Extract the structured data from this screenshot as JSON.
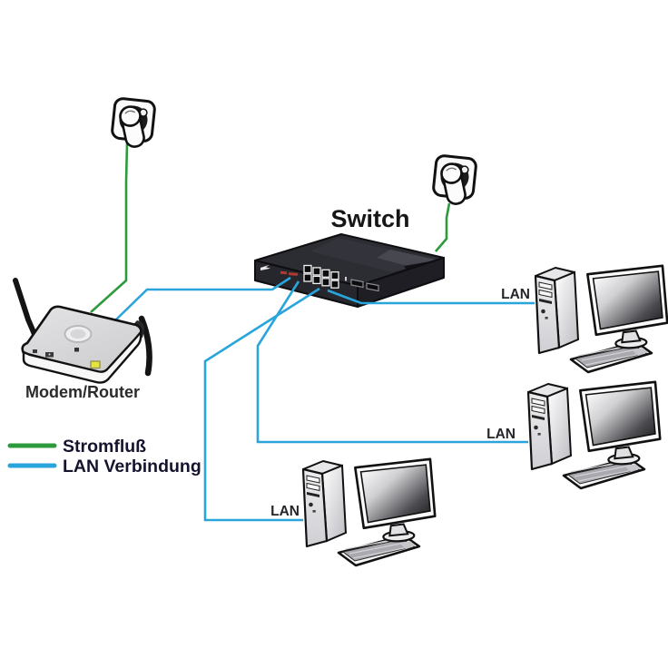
{
  "diagram": {
    "switch_label": "Switch",
    "router_label": "Modem/Router",
    "lan_labels": [
      "LAN",
      "LAN",
      "LAN"
    ],
    "legend": [
      {
        "label": "Stromfluß",
        "color": "#2e9a3e"
      },
      {
        "label": "LAN Verbindung",
        "color": "#2aa5dc"
      }
    ],
    "colors": {
      "power": "#2e9a3e",
      "lan": "#2aa5dc",
      "switch_body": "#2c2c33",
      "background": "#ffffff"
    },
    "icons": {
      "power-outlet": "wall socket with inserted plug",
      "switch": "dark 19-inch switch box with 8 RJ45 ports",
      "modem-router": "flat wireless router with two antennas",
      "computer": "tower PC with monitor and keyboard"
    }
  }
}
